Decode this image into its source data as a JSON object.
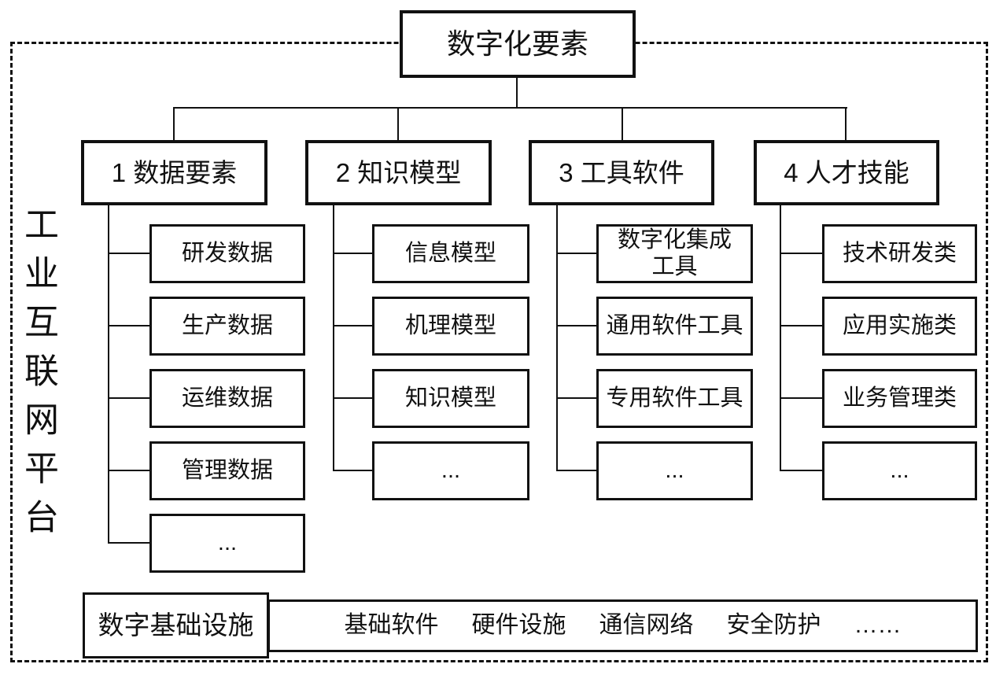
{
  "root": {
    "label": "数字化要素"
  },
  "platform": {
    "label": "工业互联网平台"
  },
  "branches": [
    {
      "label": "1 数据要素",
      "children": [
        "研发数据",
        "生产数据",
        "运维数据",
        "管理数据",
        "..."
      ]
    },
    {
      "label": "2 知识模型",
      "children": [
        "信息模型",
        "机理模型",
        "知识模型",
        "..."
      ]
    },
    {
      "label": "3 工具软件",
      "children": [
        "数字化集成\n工具",
        "通用软件工具",
        "专用软件工具",
        "..."
      ]
    },
    {
      "label": "4 人才技能",
      "children": [
        "技术研发类",
        "应用实施类",
        "业务管理类",
        "..."
      ]
    }
  ],
  "foundation": {
    "label": "数字基础设施",
    "items": [
      "基础软件",
      "硬件设施",
      "通信网络",
      "安全防护",
      "……"
    ]
  },
  "colors": {
    "line": "#111111",
    "background": "#ffffff"
  }
}
